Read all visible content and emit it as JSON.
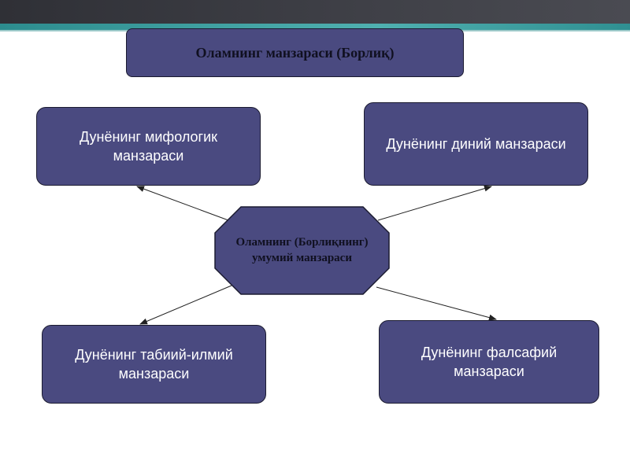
{
  "title": "Оламнинг манзараси (Борлиқ)",
  "center": "Оламнинг (Борлиқнинг) умумий манзараси",
  "nodes": {
    "top_left": "Дунёнинг мифологик манзараси",
    "top_right": "Дунёнинг диний манзараси",
    "bottom_left": "Дунёнинг табиий-илмий манзараси",
    "bottom_right": "Дунёнинг фалсафий манзараси"
  },
  "colors": {
    "box_fill": "#4a4a80",
    "box_border": "#1b1b30",
    "node_text": "#ffffff",
    "title_text": "#101020",
    "header_bar": "#3d3e45",
    "header_stripe": "#4fb0b0"
  }
}
